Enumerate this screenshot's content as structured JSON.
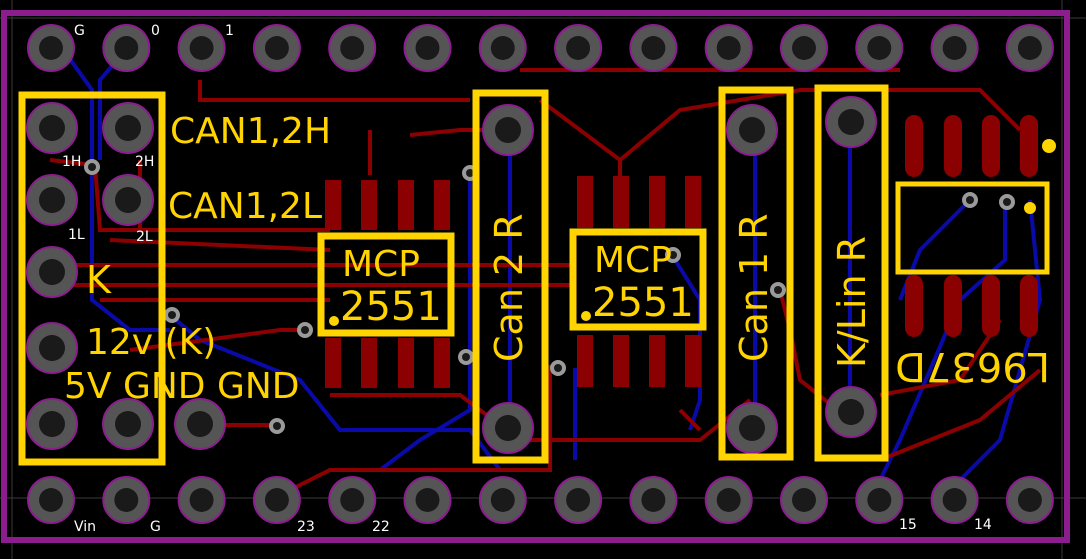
{
  "colors": {
    "background": "#000000",
    "outline": "#8b1d8e",
    "top_copper": "#8b0000",
    "bottom_copper": "#0a0aa8",
    "silkscreen": "#ffd400",
    "pad_ring": "#555555",
    "pad_hole": "#1a1a1a",
    "via_ring": "#9a9a9a"
  },
  "header_top": {
    "pin_labels": [
      "G",
      "0",
      "1"
    ]
  },
  "header_bottom": {
    "pin_labels": [
      "Vin",
      "G",
      "23",
      "22",
      "15",
      "14"
    ]
  },
  "connector": {
    "labels": {
      "can_h": "CAN1,2H",
      "can_l": "CAN1,2L",
      "k": "K",
      "v12": "12v (K)",
      "v5_gnd": "5V GND GND",
      "pin_1h": "1H",
      "pin_2h": "2H",
      "pin_1l": "1L",
      "pin_2l": "2L"
    }
  },
  "ic1": {
    "line1": "MCP",
    "line2": "2551"
  },
  "ic2": {
    "line1": "MCP",
    "line2": "2551"
  },
  "resistors": {
    "can2": "Can 2 R",
    "can1": "Can 1 R",
    "klin": "K/Lin R"
  },
  "driver": {
    "label": "L9637D"
  }
}
